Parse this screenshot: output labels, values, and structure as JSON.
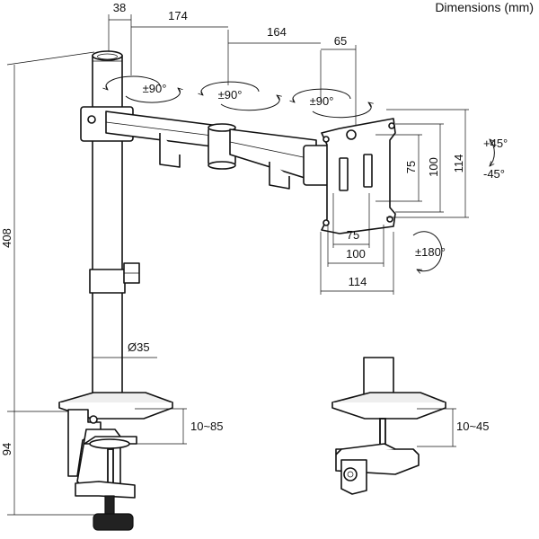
{
  "header": {
    "title": "Dimensions (mm)"
  },
  "dimensions": {
    "top": [
      "38",
      "174",
      "164",
      "65"
    ],
    "pole_height": "408",
    "clamp_height": "94",
    "pole_diameter": "Ø35",
    "clamp_range": "10~85",
    "grommet_range": "10~45",
    "plate_inner_v": "75",
    "plate_mid_v": "100",
    "plate_outer_v": "114",
    "plate_inner_h": "75",
    "plate_mid_h": "100",
    "plate_outer_h": "114"
  },
  "rotations": {
    "joint1": "±90°",
    "joint2": "±90°",
    "joint3": "±90°",
    "tilt_up": "+45°",
    "tilt_down": "-45°",
    "rotate": "±180°"
  }
}
